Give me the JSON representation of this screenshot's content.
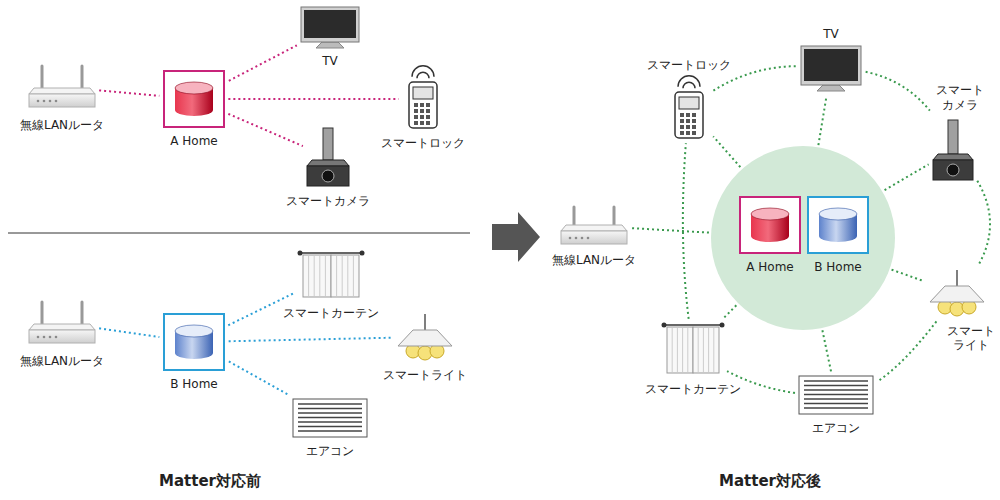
{
  "diagram": {
    "nodes": [
      {
        "text": [
          "無線LANルータ"
        ]
      },
      {
        "text": [
          "A Home"
        ]
      },
      {
        "text": [
          "TV"
        ]
      },
      {
        "text": [
          "スマートロック"
        ]
      },
      {
        "text": [
          "スマートカメラ"
        ]
      },
      {
        "text": [
          "無線LANルータ"
        ]
      },
      {
        "text": [
          "B Home"
        ]
      },
      {
        "text": [
          "スマートカーテン"
        ]
      },
      {
        "text": [
          "スマートライト"
        ]
      },
      {
        "text": [
          "エアコン"
        ]
      },
      {
        "text": []
      },
      {
        "text": [
          "A Home"
        ],
        "in": 10
      },
      {
        "text": [
          "B Home"
        ],
        "in": 10
      },
      {
        "text": [
          "無線LANルータ"
        ]
      },
      {
        "text": [
          "スマートロック"
        ]
      },
      {
        "text": [
          "TV"
        ]
      },
      {
        "text": [
          "スマート カメラ"
        ]
      },
      {
        "text": [
          "スマート ライト"
        ]
      },
      {
        "text": [
          "エアコン"
        ]
      },
      {
        "text": [
          "スマートカーテン"
        ]
      }
    ],
    "edges": [
      {
        "from": 0,
        "to": 1,
        "arrow": "none"
      },
      {
        "from": 1,
        "to": 2,
        "arrow": "none"
      },
      {
        "from": 1,
        "to": 3,
        "arrow": "none"
      },
      {
        "from": 1,
        "to": 4,
        "arrow": "none"
      },
      {
        "from": 5,
        "to": 6,
        "arrow": "none"
      },
      {
        "from": 6,
        "to": 7,
        "arrow": "none"
      },
      {
        "from": 6,
        "to": 8,
        "arrow": "none"
      },
      {
        "from": 6,
        "to": 9,
        "arrow": "none"
      },
      {
        "from": 10,
        "to": 13,
        "arrow": "none"
      },
      {
        "from": 10,
        "to": 14,
        "arrow": "none"
      },
      {
        "from": 10,
        "to": 15,
        "arrow": "none"
      },
      {
        "from": 10,
        "to": 16,
        "arrow": "none"
      },
      {
        "from": 10,
        "to": 17,
        "arrow": "none"
      },
      {
        "from": 10,
        "to": 18,
        "arrow": "none"
      },
      {
        "from": 10,
        "to": 19,
        "arrow": "none"
      },
      {
        "from": 14,
        "to": 15,
        "arrow": "none"
      },
      {
        "from": 15,
        "to": 16,
        "arrow": "none"
      },
      {
        "from": 16,
        "to": 17,
        "arrow": "none"
      },
      {
        "from": 17,
        "to": 18,
        "arrow": "none"
      },
      {
        "from": 18,
        "to": 19,
        "arrow": "none"
      },
      {
        "from": 19,
        "to": 14,
        "arrow": "none"
      }
    ],
    "labels": [
      "Matter対応前",
      "Matter対応後"
    ]
  }
}
